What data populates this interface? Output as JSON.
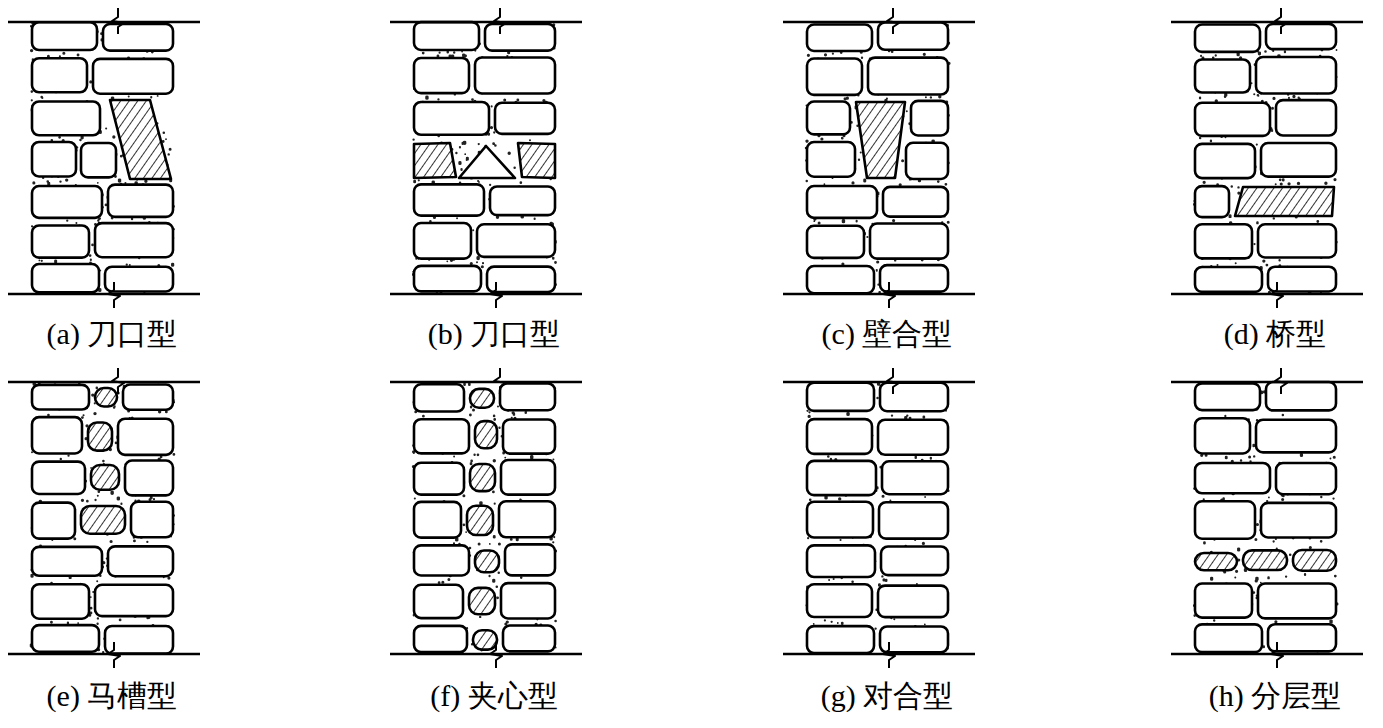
{
  "diagram": {
    "labels": [
      "(a) 刀口型",
      "(b) 刀口型",
      "(c) 壁合型",
      "(d) 桥型",
      "(e) 马槽型",
      "(f) 夹心型",
      "(g) 对合型",
      "(h) 分层型"
    ]
  }
}
